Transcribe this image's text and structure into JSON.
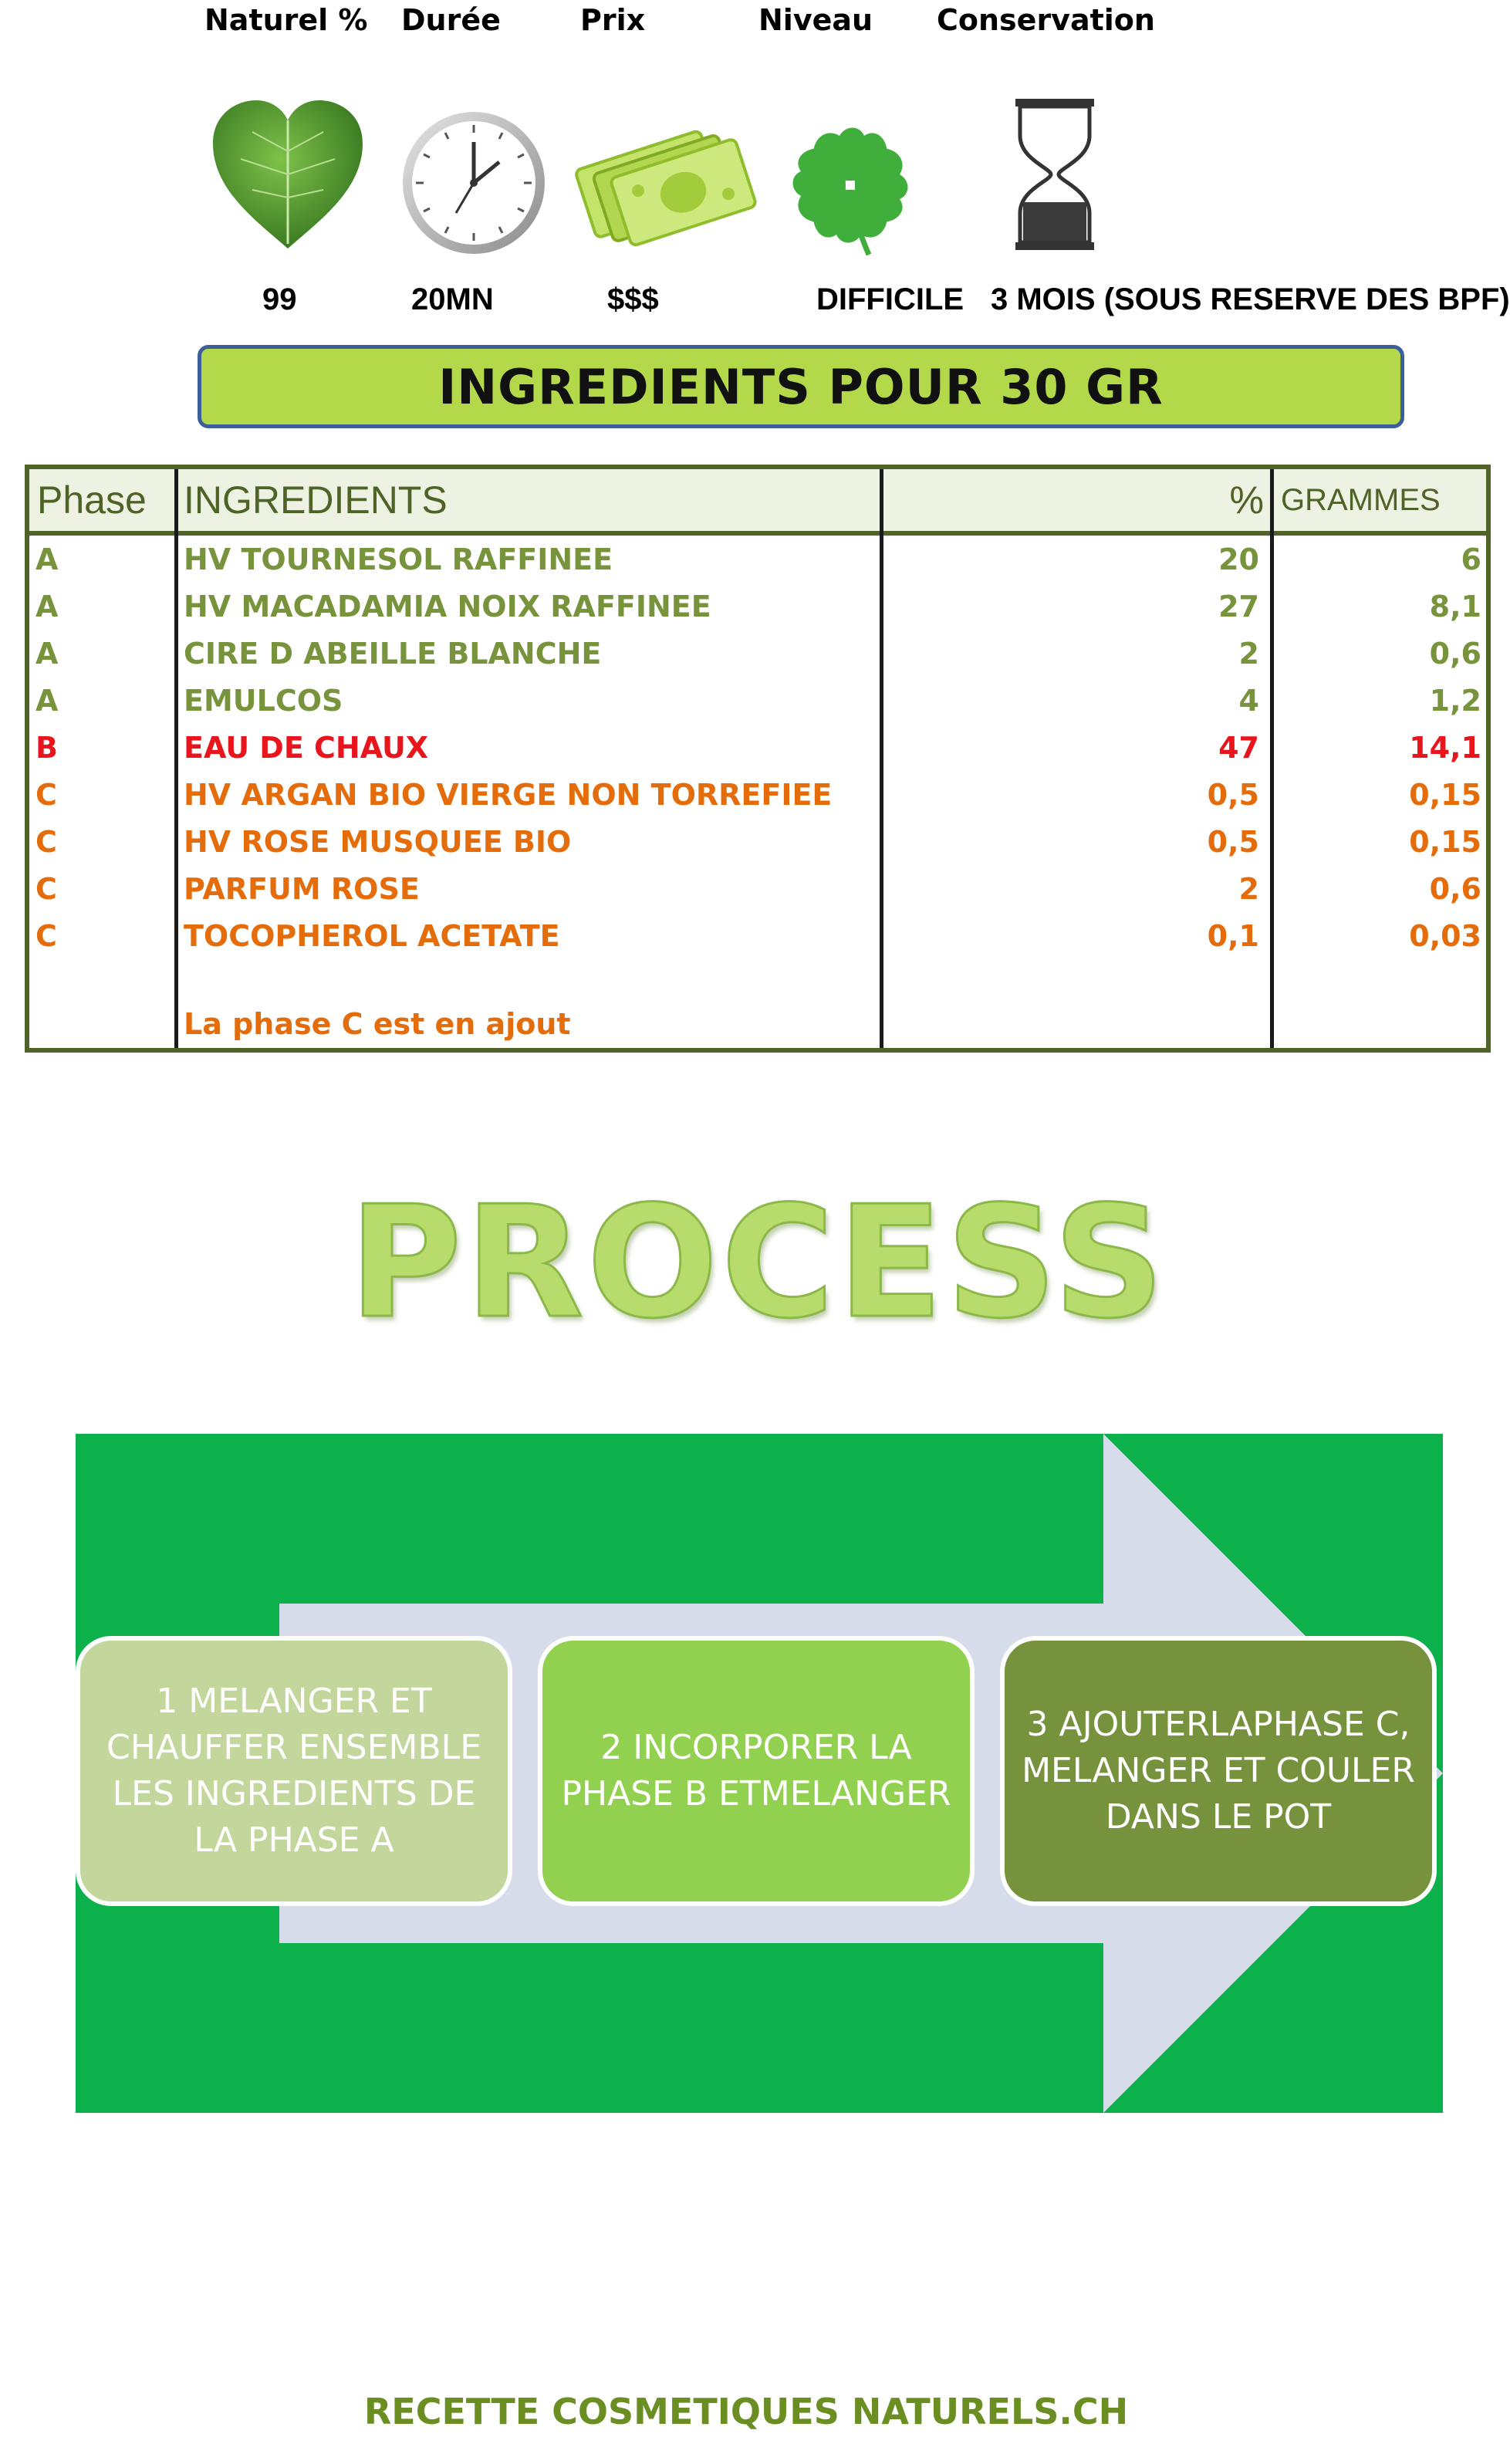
{
  "header": {
    "labels": [
      "Naturel %",
      "Durée",
      "Prix",
      "Niveau",
      "Conservation"
    ],
    "values": [
      "99",
      "20MN",
      "$$$",
      "DIFFICILE",
      "3 MOIS (SOUS RESERVE DES BPF)"
    ],
    "icons": [
      "leaf-heart-icon",
      "clock-icon",
      "money-bills-icon",
      "clover-icon",
      "hourglass-icon"
    ]
  },
  "banner": {
    "title": "INGREDIENTS POUR 30 GR"
  },
  "table": {
    "headers": {
      "phase": "Phase",
      "ingredients": "INGREDIENTS",
      "percent": "%",
      "grams": "GRAMMES"
    },
    "rows": [
      {
        "phase": "A",
        "name": "HV TOURNESOL RAFFINEE",
        "percent": "20",
        "grams": "6",
        "color": "#77933c"
      },
      {
        "phase": "A",
        "name": "HV MACADAMIA NOIX RAFFINEE",
        "percent": "27",
        "grams": "8,1",
        "color": "#77933c"
      },
      {
        "phase": "A",
        "name": "CIRE D ABEILLE BLANCHE",
        "percent": "2",
        "grams": "0,6",
        "color": "#77933c"
      },
      {
        "phase": "A",
        "name": "EMULCOS",
        "percent": "4",
        "grams": "1,2",
        "color": "#77933c"
      },
      {
        "phase": "B",
        "name": "EAU DE CHAUX",
        "percent": "47",
        "grams": "14,1",
        "color": "#e8161c"
      },
      {
        "phase": "C",
        "name": "HV ARGAN BIO VIERGE NON TORREFIEE",
        "percent": "0,5",
        "grams": "0,15",
        "color": "#e46c0a"
      },
      {
        "phase": "C",
        "name": "HV ROSE MUSQUEE BIO",
        "percent": "0,5",
        "grams": "0,15",
        "color": "#e46c0a"
      },
      {
        "phase": "C",
        "name": "PARFUM ROSE",
        "percent": "2",
        "grams": "0,6",
        "color": "#e46c0a"
      },
      {
        "phase": "C",
        "name": "TOCOPHEROL ACETATE",
        "percent": "0,1",
        "grams": "0,03",
        "color": "#e46c0a"
      }
    ],
    "note": "La phase C est en ajout",
    "note_color": "#e46c0a"
  },
  "process": {
    "title": "PROCESS",
    "steps": [
      {
        "text": "1 MELANGER ET CHAUFFER ENSEMBLE LES INGREDIENTS DE LA PHASE A",
        "color": "#c3d69b"
      },
      {
        "text": "2 INCORPORER LA PHASE B ETMELANGER",
        "color": "#92d050"
      },
      {
        "text": "3 AJOUTERLAPHASE C, MELANGER ET COULER DANS LE POT",
        "color": "#76923c"
      }
    ]
  },
  "footer": {
    "text": "RECETTE COSMETIQUES NATURELS.CH"
  }
}
